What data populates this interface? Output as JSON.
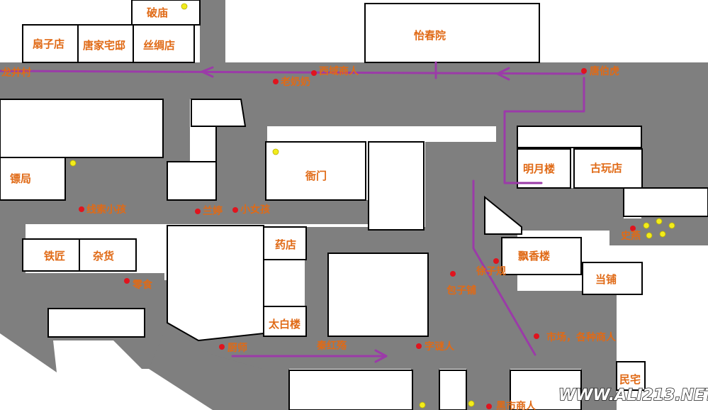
{
  "map": {
    "colors": {
      "road": "#7f7f7f",
      "building_fill": "#ffffff",
      "building_stroke": "#000000",
      "route": "#9b3ba8",
      "npc_dot": "#e0141e",
      "item_dot": "#f2ec1c",
      "label": "#e06a16",
      "watermark": "#ffffff"
    },
    "buildings": [
      {
        "id": "pomiao",
        "label": "破庙"
      },
      {
        "id": "shanzidian",
        "label": "扇子店"
      },
      {
        "id": "tangjia",
        "label": "唐家宅邸"
      },
      {
        "id": "sichoudian",
        "label": "丝绸店"
      },
      {
        "id": "yichunyuan",
        "label": "怡春院"
      },
      {
        "id": "biaoju",
        "label": "镖局"
      },
      {
        "id": "yamen",
        "label": "衙门"
      },
      {
        "id": "mingyuelou",
        "label": "明月楼"
      },
      {
        "id": "guwandian",
        "label": "古玩店"
      },
      {
        "id": "tiejiang",
        "label": "铁匠"
      },
      {
        "id": "zahuo",
        "label": "杂货"
      },
      {
        "id": "yaodian",
        "label": "药店"
      },
      {
        "id": "piaoxianglou",
        "label": "飘香楼"
      },
      {
        "id": "dangpu",
        "label": "当铺"
      },
      {
        "id": "taibailou",
        "label": "太白楼"
      },
      {
        "id": "minzhai",
        "label": "民宅"
      }
    ],
    "npcs": [
      {
        "id": "longjingcun",
        "label": "龙井村"
      },
      {
        "id": "laonainai",
        "label": "老奶奶"
      },
      {
        "id": "xiyushangren",
        "label": "西域商人"
      },
      {
        "id": "tangbohu",
        "label": "唐伯虎"
      },
      {
        "id": "xiansuoxiaohai",
        "label": "线索小孩"
      },
      {
        "id": "lanting",
        "label": "兰婷"
      },
      {
        "id": "xiaonvhai",
        "label": "小女孩"
      },
      {
        "id": "shiyan",
        "label": "史燕"
      },
      {
        "id": "xuzigui",
        "label": "徐子规"
      },
      {
        "id": "baozipu",
        "label": "包子铺"
      },
      {
        "id": "lingshi",
        "label": "零食"
      },
      {
        "id": "shichang",
        "label": "市场，各种商人"
      },
      {
        "id": "chushi",
        "label": "厨师"
      },
      {
        "id": "qinhongshang",
        "label": "秦红殇"
      },
      {
        "id": "zimiren",
        "label": "字谜人"
      },
      {
        "id": "heishishangren",
        "label": "黑市商人"
      }
    ],
    "item_count": 10,
    "watermark": "WWW.ALI213.NET"
  }
}
